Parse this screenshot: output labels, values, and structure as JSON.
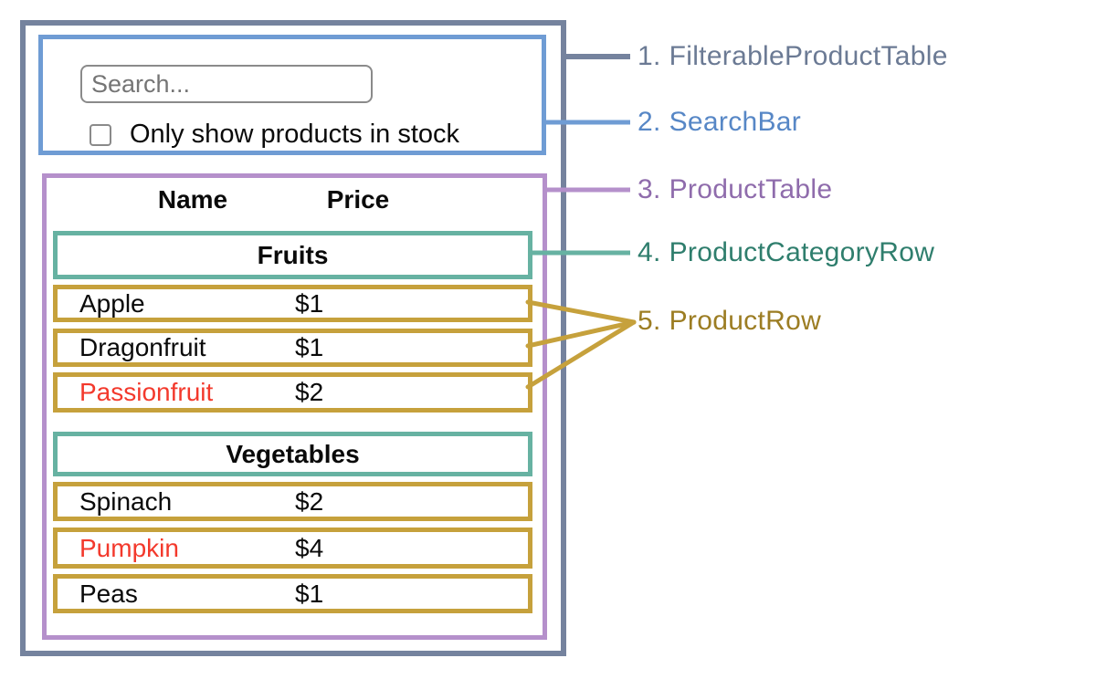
{
  "search_bar": {
    "placeholder": "Search...",
    "checkbox_label": "Only show products in stock"
  },
  "table": {
    "headers": [
      "Name",
      "Price"
    ],
    "sections": [
      {
        "category": "Fruits",
        "rows": [
          {
            "name": "Apple",
            "price": "$1",
            "name_color": "#0A0A0A"
          },
          {
            "name": "Dragonfruit",
            "price": "$1",
            "name_color": "#0A0A0A"
          },
          {
            "name": "Passionfruit",
            "price": "$2",
            "name_color": "#F3392C"
          }
        ]
      },
      {
        "category": "Vegetables",
        "rows": [
          {
            "name": "Spinach",
            "price": "$2",
            "name_color": "#0A0A0A"
          },
          {
            "name": "Pumpkin",
            "price": "$4",
            "name_color": "#F3392C"
          },
          {
            "name": "Peas",
            "price": "$1",
            "name_color": "#0A0A0A"
          }
        ]
      }
    ]
  },
  "legend": [
    {
      "number": "1.",
      "label": "FilterableProductTable",
      "line_color": "#75839E",
      "text_color": "#6B7A94"
    },
    {
      "number": "2.",
      "label": "SearchBar",
      "line_color": "#6F9CD4",
      "text_color": "#5787C6"
    },
    {
      "number": "3.",
      "label": "ProductTable",
      "line_color": "#B590CB",
      "text_color": "#8F6CAC"
    },
    {
      "number": "4.",
      "label": "ProductCategoryRow",
      "line_color": "#67B2A2",
      "text_color": "#2F7E6D"
    },
    {
      "number": "5.",
      "label": "ProductRow",
      "line_color": "#C6A13C",
      "text_color": "#9C7D23"
    }
  ],
  "colors": {
    "outer_border": "#75839E",
    "searchbar_border": "#6F9CD4",
    "table_border": "#B590CB",
    "category_border": "#67B2A2",
    "row_border": "#C6A13C",
    "out_of_stock_text": "#F3392C",
    "text": "#0A0A0A",
    "placeholder": "#757575",
    "input_border": "#8A8A8A"
  }
}
